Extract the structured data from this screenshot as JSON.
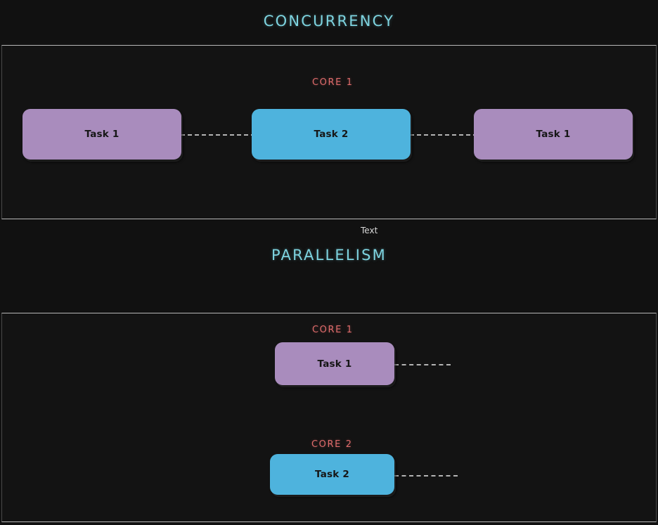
{
  "page": {
    "background_color": "#111111",
    "panel_background_color": "#131313",
    "panel_border_color": "#b8b8b8"
  },
  "sections": {
    "concurrency": {
      "title": "CONCURRENCY",
      "title_color": "#7ed4e0",
      "core_labels": [
        {
          "label": "CORE 1",
          "color": "#e06c6c"
        }
      ],
      "tasks": [
        {
          "label": "Task 1",
          "color": "#a98cbd"
        },
        {
          "label": "Task 2",
          "color": "#4eb3dd"
        },
        {
          "label": "Task 1",
          "color": "#a98cbd"
        }
      ]
    },
    "parallelism": {
      "title": "PARALLELISM",
      "title_color": "#7ed4e0",
      "core_labels": [
        {
          "label": "CORE 1",
          "color": "#e06c6c"
        },
        {
          "label": "CORE 2",
          "color": "#e06c6c"
        }
      ],
      "tasks": [
        {
          "label": "Task 1",
          "color": "#a98cbd"
        },
        {
          "label": "Task 2",
          "color": "#4eb3dd"
        }
      ]
    }
  },
  "annotations": {
    "free_text": "Text"
  }
}
